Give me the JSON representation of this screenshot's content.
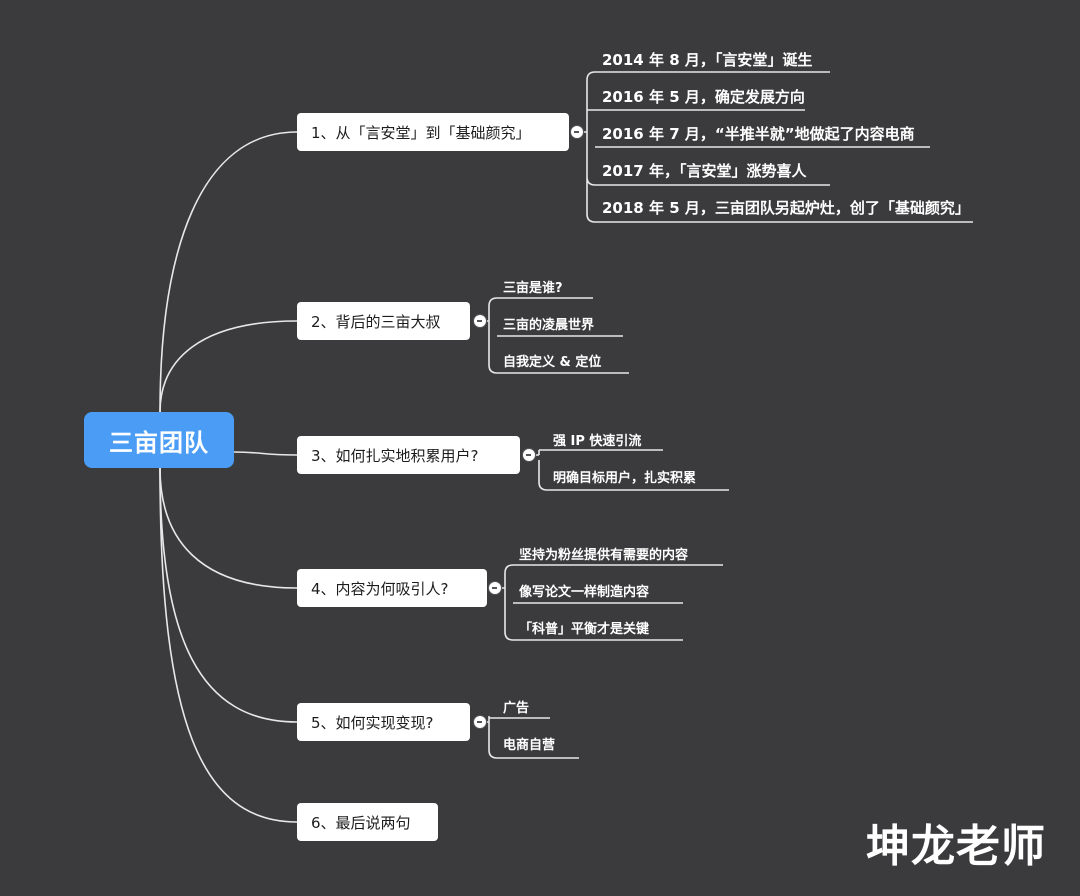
{
  "central_topic": "三亩团队",
  "main_topics": [
    {
      "label": "1、从「言安堂」到「基础颜究」",
      "subtopics": [
        "2014 年 8 月，「言安堂」诞生",
        "2016 年 5 月，确定发展方向",
        "2016 年 7 月，“半推半就”地做起了内容电商",
        "2017 年，「言安堂」涨势喜人",
        "2018 年 5 月，三亩团队另起炉灶，创了「基础颜究」"
      ]
    },
    {
      "label": "2、背后的三亩大叔",
      "subtopics": [
        "三亩是谁?",
        "三亩的凌晨世界",
        "自我定义 & 定位"
      ]
    },
    {
      "label": "3、如何扎实地积累用户?",
      "subtopics": [
        "强 IP 快速引流",
        "明确目标用户，扎实积累"
      ]
    },
    {
      "label": "4、内容为何吸引人?",
      "subtopics": [
        "坚持为粉丝提供有需要的内容",
        "像写论文一样制造内容",
        "「科普」平衡才是关键"
      ]
    },
    {
      "label": "5、如何实现变现?",
      "subtopics": [
        "广告",
        "电商自营"
      ]
    },
    {
      "label": "6、最后说两句",
      "subtopics": []
    }
  ],
  "watermark": "坤龙老师",
  "colors": {
    "background": "#3b3b3e",
    "central_fill": "#4b9cf5",
    "topic_fill": "#ffffff",
    "line": "#e8e8e8"
  }
}
